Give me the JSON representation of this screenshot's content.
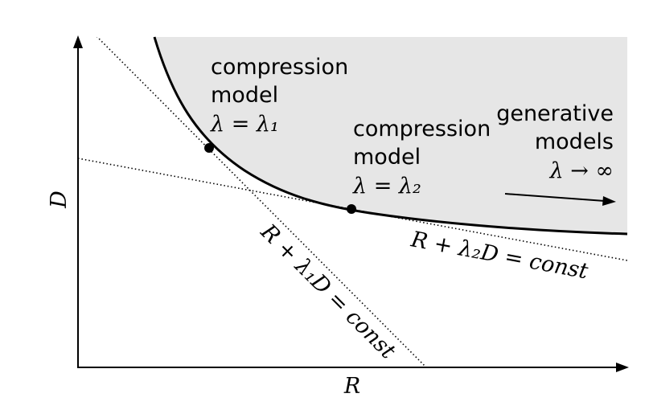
{
  "axes": {
    "x_label": "R",
    "y_label": "D"
  },
  "points": [
    {
      "line1": "compression",
      "line2": "model",
      "lambda": "λ = λ₁"
    },
    {
      "line1": "compression",
      "line2": "model",
      "lambda": "λ = λ₂"
    }
  ],
  "generative": {
    "line1": "generative",
    "line2": "models",
    "lambda": "λ → ∞"
  },
  "tangents": [
    {
      "label": "R + λ₁D = const"
    },
    {
      "label": "R + λ₂D = const"
    }
  ],
  "colors": {
    "region_fill": "#e6e6e6",
    "ink": "#000000"
  }
}
